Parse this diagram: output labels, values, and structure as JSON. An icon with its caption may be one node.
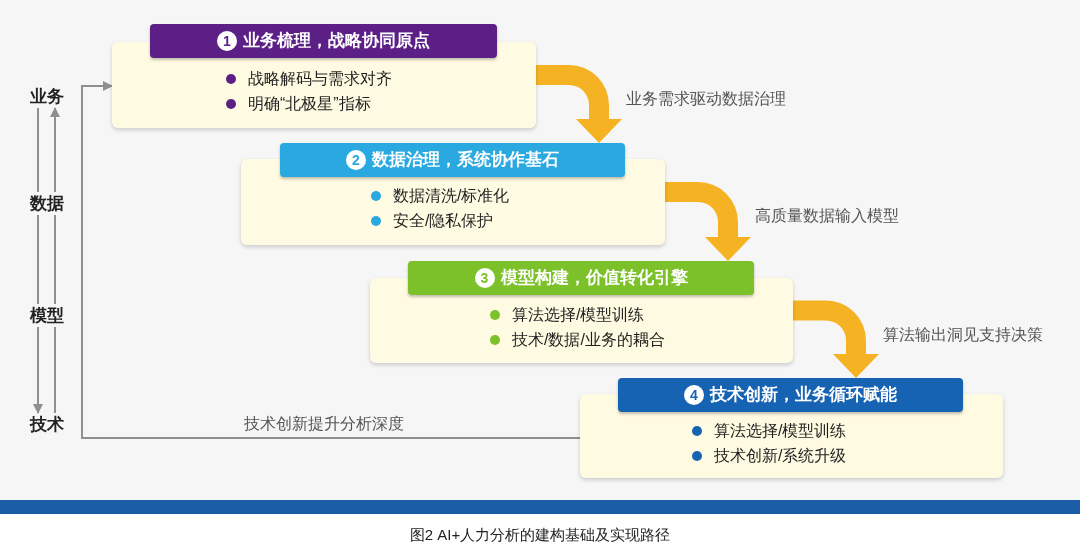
{
  "diagram": {
    "caption": "图2 AI+人力分析的建构基础及实现路径",
    "nodes": [
      {
        "text": [
          "1",
          "业务梳理，战略协同原点",
          "战略解码与需求对齐",
          "明确“北极星”指标"
        ]
      },
      {
        "text": [
          "2",
          "数据治理，系统协作基石",
          "数据清洗/标准化",
          "安全/隐私保护"
        ]
      },
      {
        "text": [
          "3",
          "模型构建，价值转化引擎",
          "算法选择/模型训练",
          "技术/数据/业务的耦合"
        ]
      },
      {
        "text": [
          "4",
          "技术创新，业务循环赋能",
          "算法选择/模型训练",
          "技术创新/系统升级"
        ]
      },
      {
        "text": [
          "业务"
        ]
      },
      {
        "text": [
          "数据"
        ]
      },
      {
        "text": [
          "模型"
        ]
      },
      {
        "text": [
          "技术"
        ]
      }
    ],
    "edges": [
      {
        "from": 0,
        "to": 1,
        "arrow": "to",
        "label": "业务需求驱动数据治理",
        "style": "thick",
        "color": "#f5b324"
      },
      {
        "from": 1,
        "to": 2,
        "arrow": "to",
        "label": "高质量数据输入模型",
        "style": "thick",
        "color": "#f5b324"
      },
      {
        "from": 2,
        "to": 3,
        "arrow": "to",
        "label": "算法输出洞见支持决策",
        "style": "thick",
        "color": "#f5b324"
      },
      {
        "from": 3,
        "to": 0,
        "arrow": "to",
        "label": "技术创新提升分析深度"
      },
      {
        "from": 4,
        "to": 5,
        "arrow": "none"
      },
      {
        "from": 5,
        "to": 6,
        "arrow": "none"
      },
      {
        "from": 6,
        "to": 7,
        "arrow": "to"
      },
      {
        "from": 7,
        "to": 6,
        "arrow": "none"
      },
      {
        "from": 6,
        "to": 5,
        "arrow": "none"
      },
      {
        "from": 5,
        "to": 4,
        "arrow": "to"
      }
    ]
  }
}
